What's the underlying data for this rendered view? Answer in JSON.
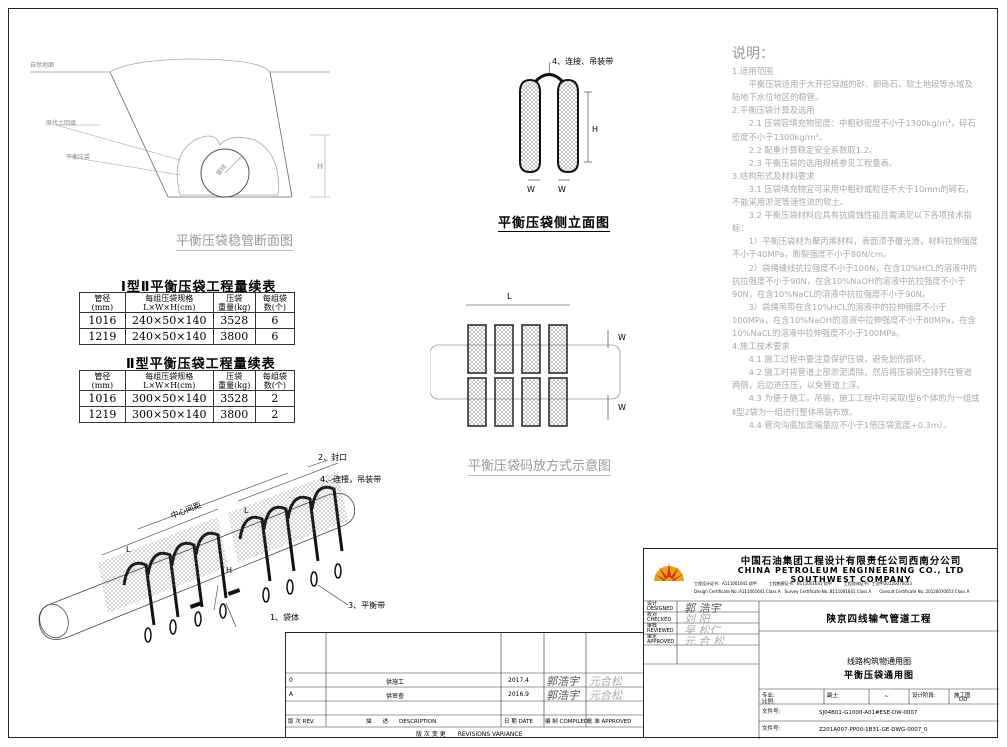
{
  "cross_section": {
    "labels": [
      "自然地面",
      "原状土回填",
      "平衡压袋",
      "管线",
      "H"
    ],
    "caption": "平衡压袋稳管断面图"
  },
  "side_view": {
    "labels": [
      "4、连接、吊装带",
      "H",
      "W",
      "W"
    ],
    "caption": "平衡压袋侧立面图"
  },
  "placement": {
    "labels": [
      "L",
      "W",
      "W"
    ],
    "caption": "平衡压袋码放方式示意图"
  },
  "table1": {
    "title": "Ⅰ型Ⅱ平衡压袋工程量续表",
    "headers": [
      [
        "管径",
        "(mm)"
      ],
      [
        "每组压袋规格",
        "L×W×H(cm)"
      ],
      [
        "压袋",
        "重量(kg)"
      ],
      [
        "每组袋",
        "数(个)"
      ]
    ],
    "rows": [
      [
        "1016",
        "240×50×140",
        "3528",
        "6"
      ],
      [
        "1219",
        "240×50×140",
        "3800",
        "6"
      ]
    ]
  },
  "table2": {
    "title": "Ⅱ型平衡压袋工程量续表",
    "headers": [
      [
        "管径",
        "(mm)"
      ],
      [
        "每组压袋规格",
        "L×W×H(cm)"
      ],
      [
        "压袋",
        "重量(kg)"
      ],
      [
        "每组袋",
        "数(个)"
      ]
    ],
    "rows": [
      [
        "1016",
        "300×50×140",
        "3528",
        "2"
      ],
      [
        "1219",
        "300×50×140",
        "3800",
        "2"
      ]
    ]
  },
  "iso_view": {
    "labels": [
      "2、封口",
      "4、连接，吊装带",
      "中心间距",
      "L",
      "L",
      "H",
      "1、袋体",
      "3、平衡带"
    ]
  },
  "notes": {
    "heading": "说明：",
    "lines": [
      "1.适用范围",
      "　　平衡压袋适用于大开挖穿越的砂、卵砾石、软土地段等水域及陆地下水位地区的稳管。",
      "2.平衡压袋计算及选用",
      "　　2.1 压袋容填充物密度：中粗砂密度不小于1300kg/m³，碎石密度不小于1300kg/m³。",
      "　　2.2 配重计算稳定安全系数取1.2。",
      "　　2.3 平衡压袋的选用规格参见工程量表。",
      "3.结构形式及材料要求",
      "　　3.1 压袋填充物宜可采用中粗砂或粒径不大于10mm的碎石，不能采用淤泥等速性流的软土。",
      "　　3.2 平衡压袋材料应具有抗腐蚀性能且需满足以下各项技术指标：",
      "　　1）平衡压袋材为聚丙烯材料，表面须予覆光滑，材料拉伸强度不小于40MPa，断裂强度不小于80N/cm。",
      "　　2）袋绳缝线抗拉强度不小于100N，在含10%HCL的溶液中的抗拉强度不小于90N，在含10%NaOH的溶液中抗拉强度不小于90N，在含10%NaCL的溶液中抗拉强度不小于90N。",
      "　　3）袋绳吊带在含10%HCL的溶液中的拉伸强度不小于100MPa，在含10%NaOH的溶液中拉伸强度不小于80MPa，在含10%NaCL的溶液中拉伸强度不小于100MPa。",
      "4.施工技术要求",
      "　　4.1 施工过程中要注意保护压袋，避免划伤损坏。",
      "　　4.2 施工时将管道上部淤泥清除，然后将压袋骑空排列在管道两侧，后边进压压，以免管道上浮。",
      "　　4.3 为便于施工，吊装，施工工程中可采取Ⅰ型6个体的为一组或Ⅱ型2袋为一组进行整体吊装布放。",
      "　　4.4 管沟沟底加宽幅量应不小于1倍压袋宽度+0.3m）。"
    ]
  },
  "title_block": {
    "company_cn": "中国石油集团工程设计有限责任公司西南分公司",
    "company_en": "CHINA PETROLEUM ENGINEERING CO., LTD SOUTHWEST COMPANY",
    "cert1": "工程设计证书：A111001641 综甲　　　工程勘察证书：B111001641 综甲　　　工程咨询证书：工咨甲20120070053",
    "cert2": "Design Certificate No.:A111001641 Class A　Survey Certificate No.:B111001641 Class A　　Consult Certificate No.:20120070053 Class A",
    "roles": [
      [
        "设计",
        "DESIGNED"
      ],
      [
        "校对",
        "CHECKED"
      ],
      [
        "审核",
        "REVIEWED"
      ],
      [
        "审定",
        "APPROVED"
      ]
    ],
    "project": "陕京四线输气管道工程",
    "drawing_title1": "线路构筑物通用图",
    "drawing_title2": "平衡压袋通用图",
    "spec_label": "专业:",
    "spec_value": "副土",
    "stage_label": "设计阶段:",
    "stage_value": "施工图",
    "scale_label": "比例:",
    "scale_value": "~",
    "phase_value": "DD",
    "doc_no_label": "文件号:",
    "doc_no": "SJ04B01-G1000-A01#ESE-DW-0007",
    "doc_no2_label": "文件号:",
    "doc_no2": "Z201A007-PP00-1B31-GE-DWG-0007_0",
    "signatures": [
      "郭 浩宇",
      "刘 阳",
      "吴 松仁",
      "元 合 松"
    ]
  },
  "revision": {
    "rows": [
      {
        "mark": "0",
        "desc": "供施工",
        "date": "2017.4"
      },
      {
        "mark": "A",
        "desc": "供审查",
        "date": "2016.9"
      }
    ],
    "header": {
      "mark": "版 次 REV.",
      "desc": "描　　述　　DESCRIPTION",
      "date": "日 期 DATE",
      "compiled": "编 制 COMPILED",
      "approve": "批 准 APPROVED"
    },
    "footer": "版 次 变 更　　REVISIONS VARIANCE",
    "signatures": [
      "郭浩宇",
      "元合松",
      "郭浩宇",
      "元合松"
    ]
  }
}
